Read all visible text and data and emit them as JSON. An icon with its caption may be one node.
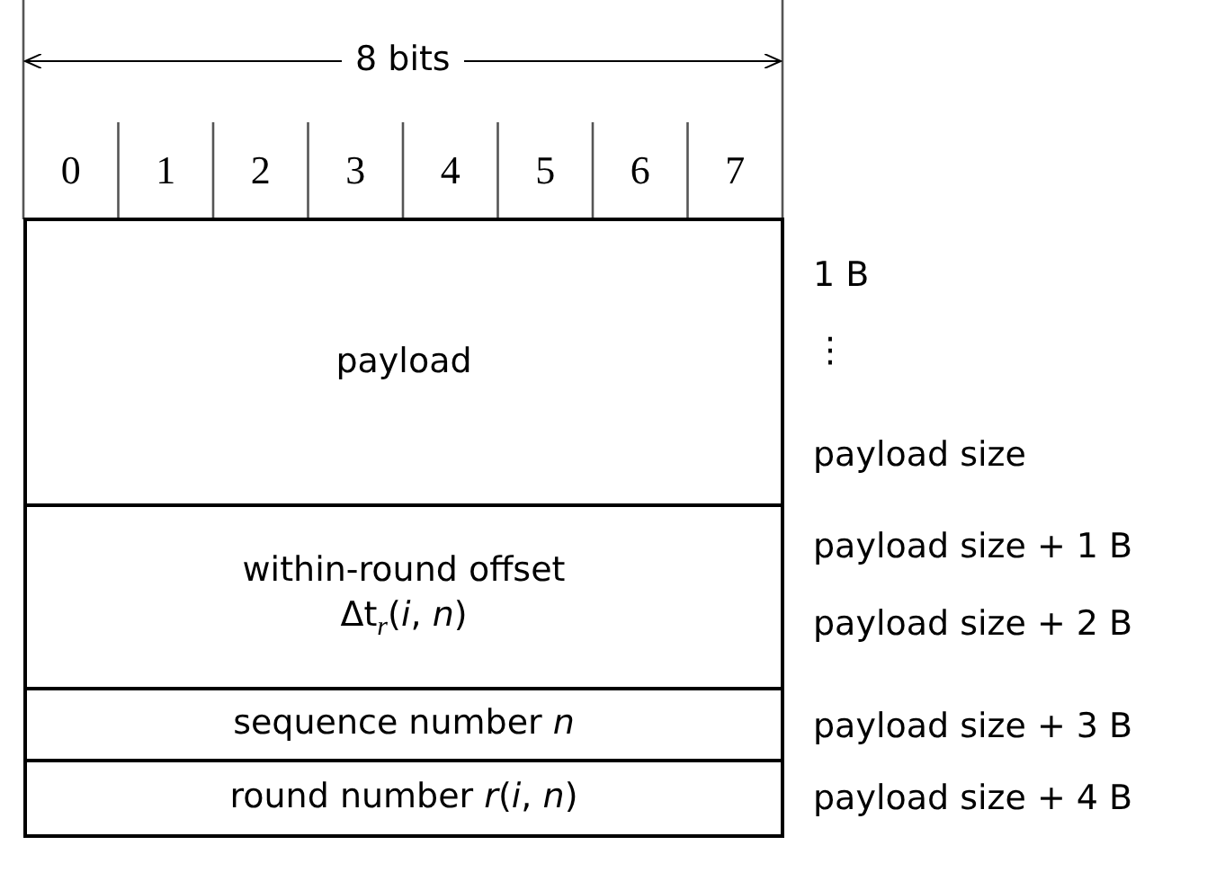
{
  "diagram": {
    "nodes": [
      {
        "text": [
          "payload"
        ]
      },
      {
        "text": [
          "within-round offset",
          "Δt$_{r}$(*i*, *n*)"
        ]
      },
      {
        "text": [
          "sequence number *n*"
        ]
      },
      {
        "text": [
          "round number *r*(*i*, *n*)"
        ]
      }
    ],
    "labels": [
      "8 bits",
      "0",
      "1",
      "2",
      "3",
      "4",
      "5",
      "6",
      "7",
      "1 B",
      "⋮",
      "payload size",
      "payload size + 1 B",
      "payload size + 2 B",
      "payload size + 3 B",
      "payload size + 4 B"
    ]
  }
}
